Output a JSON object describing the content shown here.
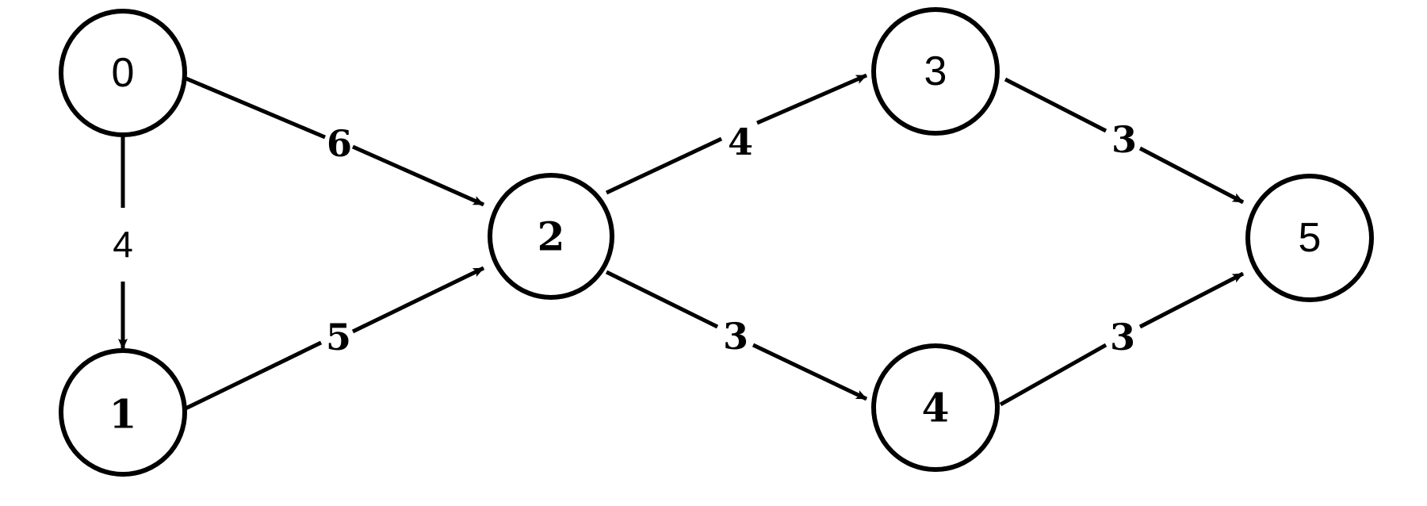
{
  "nodes": [
    {
      "id": "0",
      "label": "0"
    },
    {
      "id": "1",
      "label": "1"
    },
    {
      "id": "2",
      "label": "2"
    },
    {
      "id": "3",
      "label": "3"
    },
    {
      "id": "4",
      "label": "4"
    },
    {
      "id": "5",
      "label": "5"
    }
  ],
  "edges": [
    {
      "from": "0",
      "to": "2",
      "weight": "6"
    },
    {
      "from": "0",
      "to": "1",
      "weight": "4"
    },
    {
      "from": "1",
      "to": "2",
      "weight": "5"
    },
    {
      "from": "2",
      "to": "3",
      "weight": "4"
    },
    {
      "from": "2",
      "to": "4",
      "weight": "3"
    },
    {
      "from": "3",
      "to": "5",
      "weight": "3"
    },
    {
      "from": "4",
      "to": "5",
      "weight": "3"
    }
  ],
  "colors": {
    "stroke": "#000000",
    "background": "#ffffff"
  }
}
